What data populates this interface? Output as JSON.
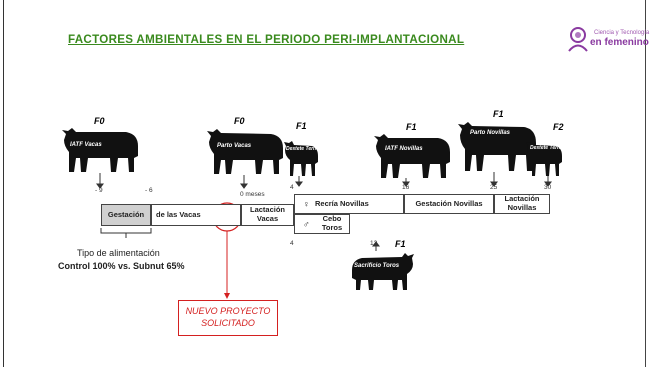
{
  "title": "FACTORES AMBIENTALES EN EL PERIODO PERI-IMPLANTACIONAL",
  "logo": {
    "line1": "Ciencia y Tecnología",
    "line2": "en femenino",
    "icon": "female-scientist-icon"
  },
  "generations": {
    "f0_a": "F0",
    "f0_b": "F0",
    "f1_a": "F1",
    "f1_b": "F1",
    "f1_c": "F1",
    "f1_d": "F1",
    "f2": "F2"
  },
  "animal_labels": {
    "iatf_vacas": "IATF Vacas",
    "parto_vacas": "Parto Vacas",
    "destete_terneros": "Destete Terneros",
    "iatf_novillas": "IATF Novillas",
    "parto_novillas": "Parto Novillas",
    "destete_terneros_2": "Destete Terneros",
    "sacrificio_toros": "Sacrificio Toros"
  },
  "ticks": {
    "m9": "- 9",
    "m6": "- 6",
    "zero": "0 meses",
    "four": "4",
    "sixteen": "16",
    "twentyfive": "25",
    "thirty": "30",
    "four_b": "4",
    "twelve": "12"
  },
  "timeline": {
    "gestacion": "Gestación",
    "de_las_vacas": "de las Vacas",
    "lactacion_vacas": "Lactación Vacas",
    "recria_novillas": "Recría Novillas",
    "gestacion_novillas": "Gestación Novillas",
    "lactacion_novillas": "Lactación Novillas",
    "cebo_toros": "Cebo Toros"
  },
  "notes": {
    "tipo": "Tipo de alimentación",
    "control": "Control 100% vs. Subnut 65%"
  },
  "callout": {
    "line1": "NUEVO PROYECTO",
    "line2": "SOLICITADO"
  },
  "colors": {
    "title": "#3a8a1e",
    "accent_red": "#d42020",
    "gestacion_fill": "#d0d0d0",
    "logo": "#8a3aa0"
  }
}
